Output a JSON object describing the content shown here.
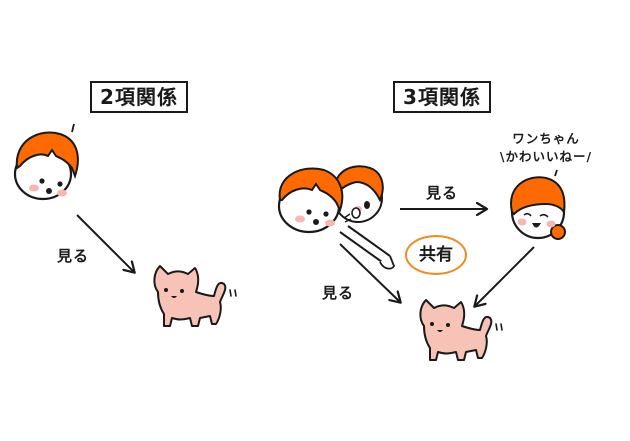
{
  "panels": {
    "dyadic": {
      "title": "2項関係",
      "arrow_label": "見る",
      "actors": [
        "child",
        "dog"
      ]
    },
    "triadic": {
      "title": "3項関係",
      "arrow_label_horizontal": "見る",
      "arrow_label_diagonal": "見る",
      "speech_line1": "ワンちゃん",
      "speech_line2": "\\かわいいねー/",
      "shared_label": "共有",
      "actors": [
        "child",
        "caregiver",
        "dog"
      ]
    }
  },
  "colors": {
    "hair": "#ff6a00",
    "skin": "#ffffff",
    "cheek": "#f7b7b0",
    "dog": "#f6c3b6",
    "outline": "#1a1a1a",
    "shared_ring": "#f08c1e",
    "background": "#ffffff"
  }
}
